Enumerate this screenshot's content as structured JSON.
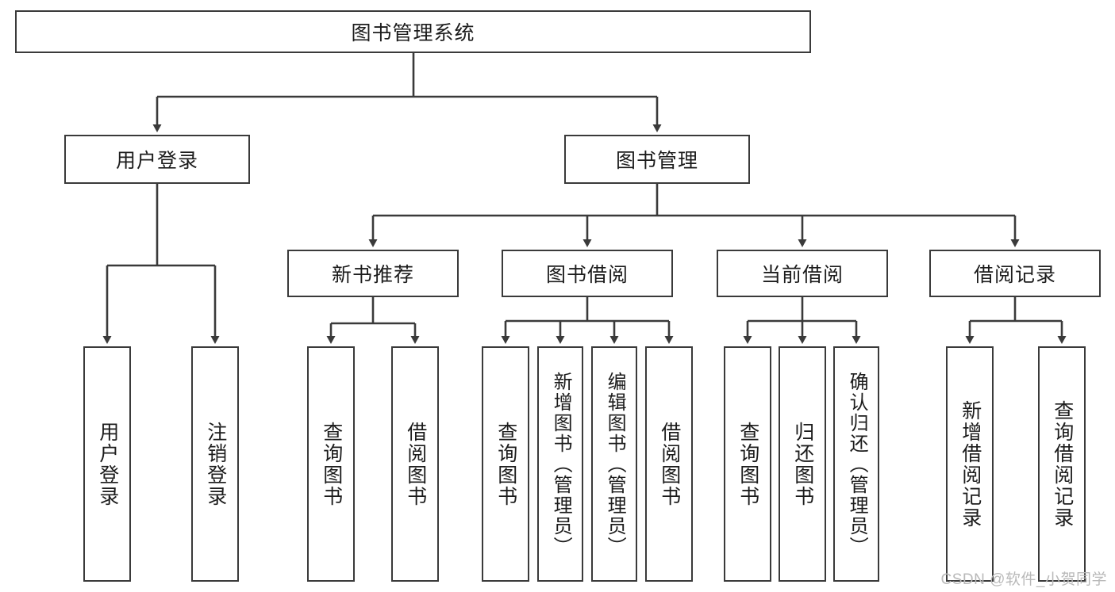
{
  "diagram": {
    "type": "tree",
    "title": "图书管理系统",
    "root": {
      "label": "图书管理系统"
    },
    "level2": [
      {
        "label": "用户登录"
      },
      {
        "label": "图书管理"
      }
    ],
    "level3": [
      {
        "label": "新书推荐"
      },
      {
        "label": "图书借阅"
      },
      {
        "label": "当前借阅"
      },
      {
        "label": "借阅记录"
      }
    ],
    "leaves": {
      "user_login": [
        {
          "label": "用户登录"
        },
        {
          "label": "注销登录"
        }
      ],
      "new_book_recommend": [
        {
          "label": "查询图书"
        },
        {
          "label": "借阅图书"
        }
      ],
      "book_borrow": [
        {
          "label": "查询图书"
        },
        {
          "label": "新增图书（管理员）"
        },
        {
          "label": "编辑图书（管理员）"
        },
        {
          "label": "借阅图书"
        }
      ],
      "current_borrow": [
        {
          "label": "查询图书"
        },
        {
          "label": "归还图书"
        },
        {
          "label": "确认归还（管理员）"
        }
      ],
      "borrow_record": [
        {
          "label": "新增借阅记录"
        },
        {
          "label": "查询借阅记录"
        }
      ]
    }
  },
  "watermark": {
    "text": "CSDN @软件_小贺同学"
  },
  "colors": {
    "stroke": "#3a3a3a",
    "text": "#1c1c1c",
    "background": "#ffffff",
    "watermark": "#b9b9b9"
  }
}
